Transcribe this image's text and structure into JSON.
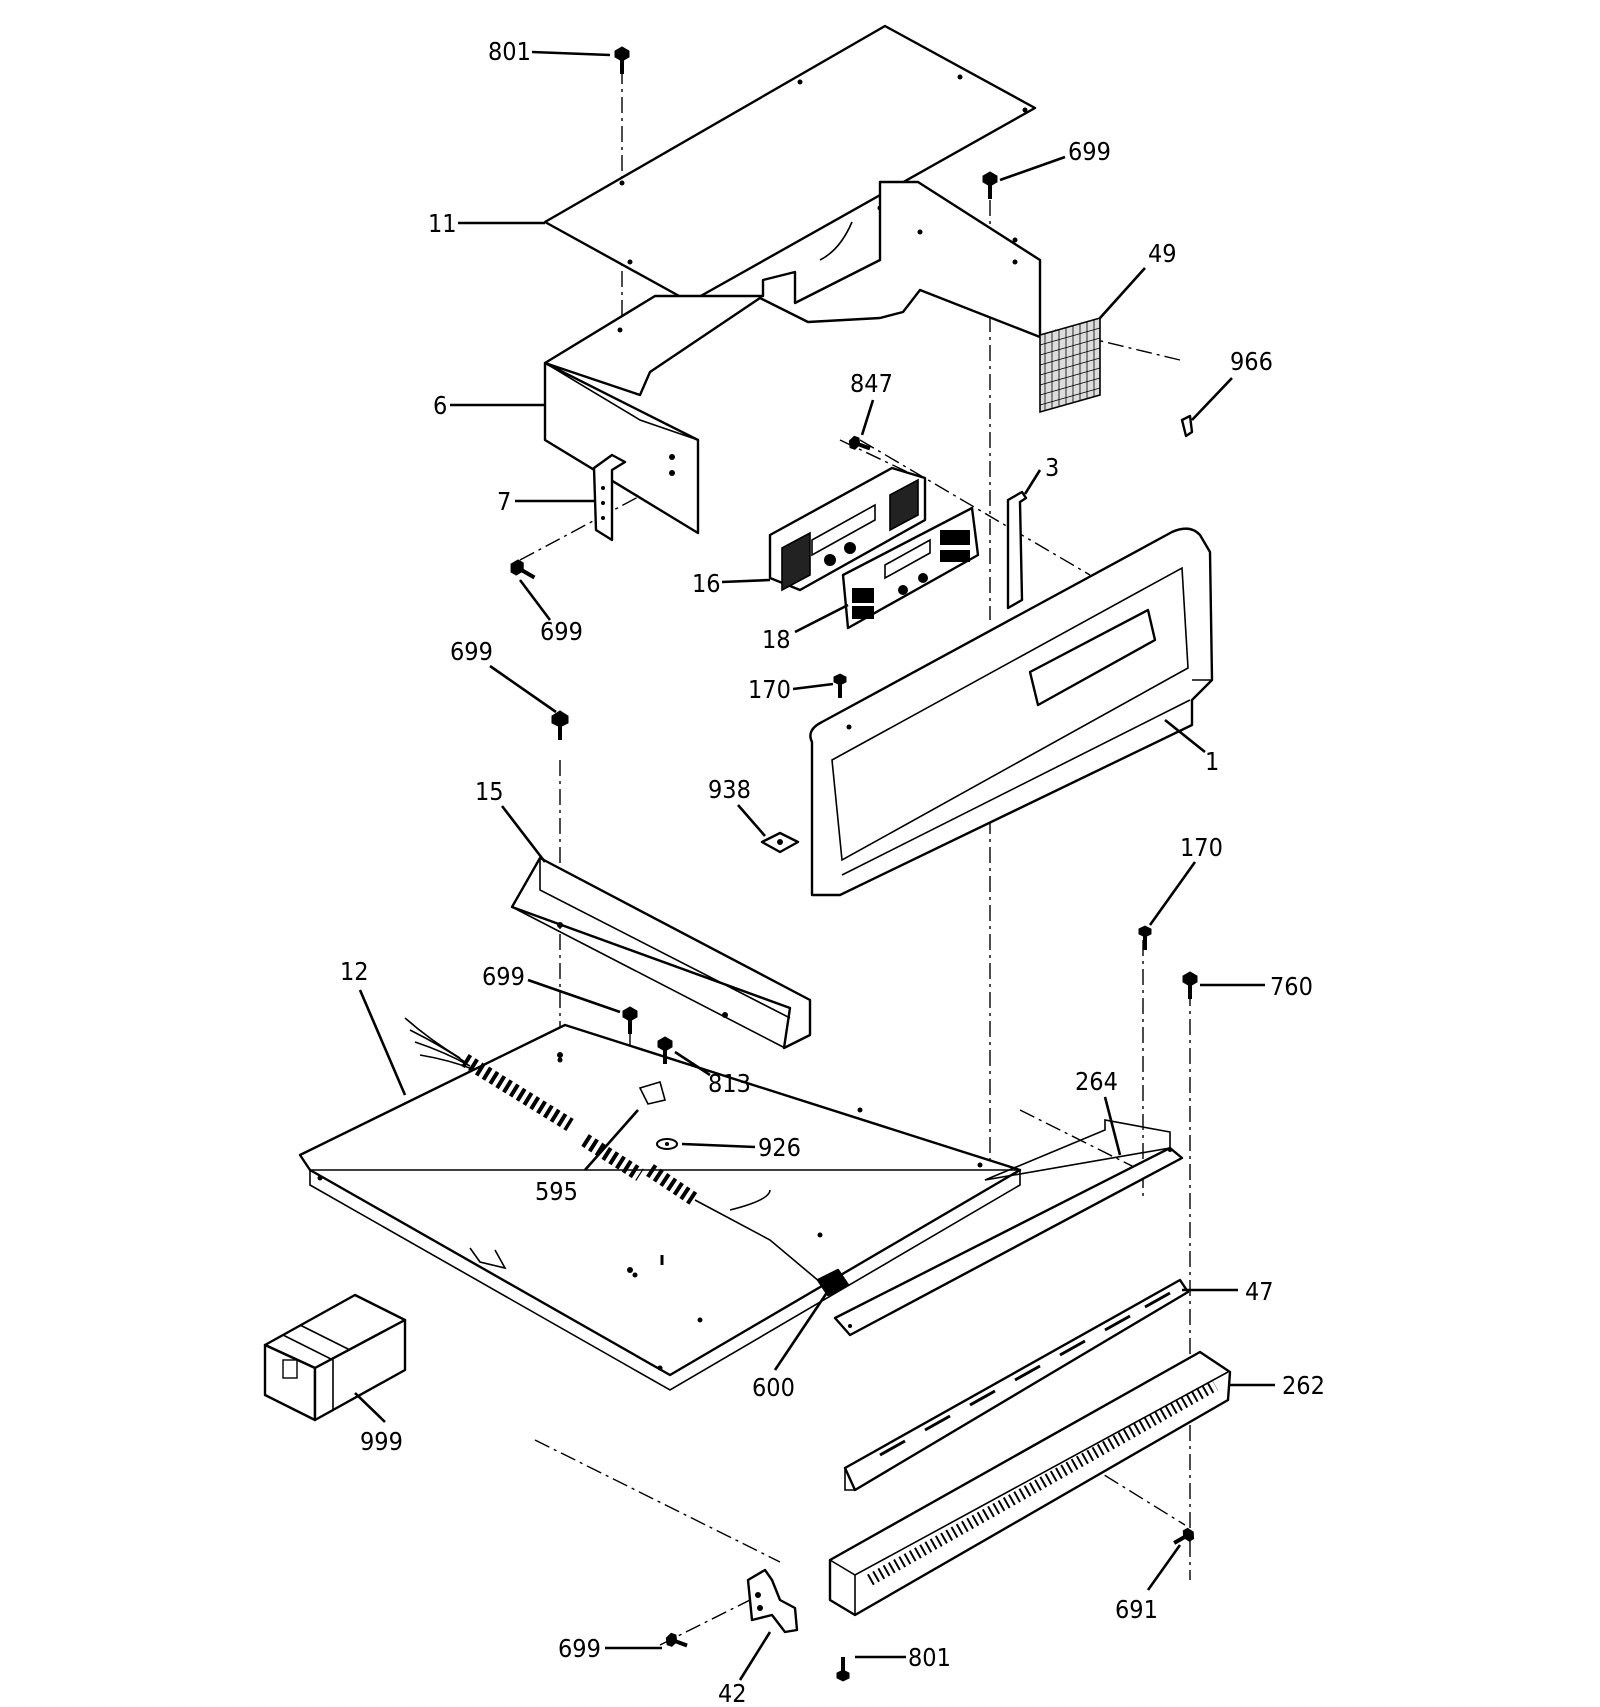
{
  "callouts": {
    "c801_top": "801",
    "c11": "11",
    "c699_top_right": "699",
    "c49": "49",
    "c966": "966",
    "c6": "6",
    "c847": "847",
    "c3": "3",
    "c7": "7",
    "c16": "16",
    "c699_left": "699",
    "c18": "18",
    "c699_mid": "699",
    "c170_top": "170",
    "c1": "1",
    "c15": "15",
    "c938": "938",
    "c170_right": "170",
    "c12": "12",
    "c699_center": "699",
    "c760": "760",
    "c813": "813",
    "c264": "264",
    "c926": "926",
    "c595": "595",
    "c47": "47",
    "c262": "262",
    "c600": "600",
    "c999": "999",
    "c691": "691",
    "c699_bottom": "699",
    "c801_bottom": "801",
    "c42": "42"
  },
  "colors": {
    "line": "#000000",
    "background": "#ffffff"
  }
}
